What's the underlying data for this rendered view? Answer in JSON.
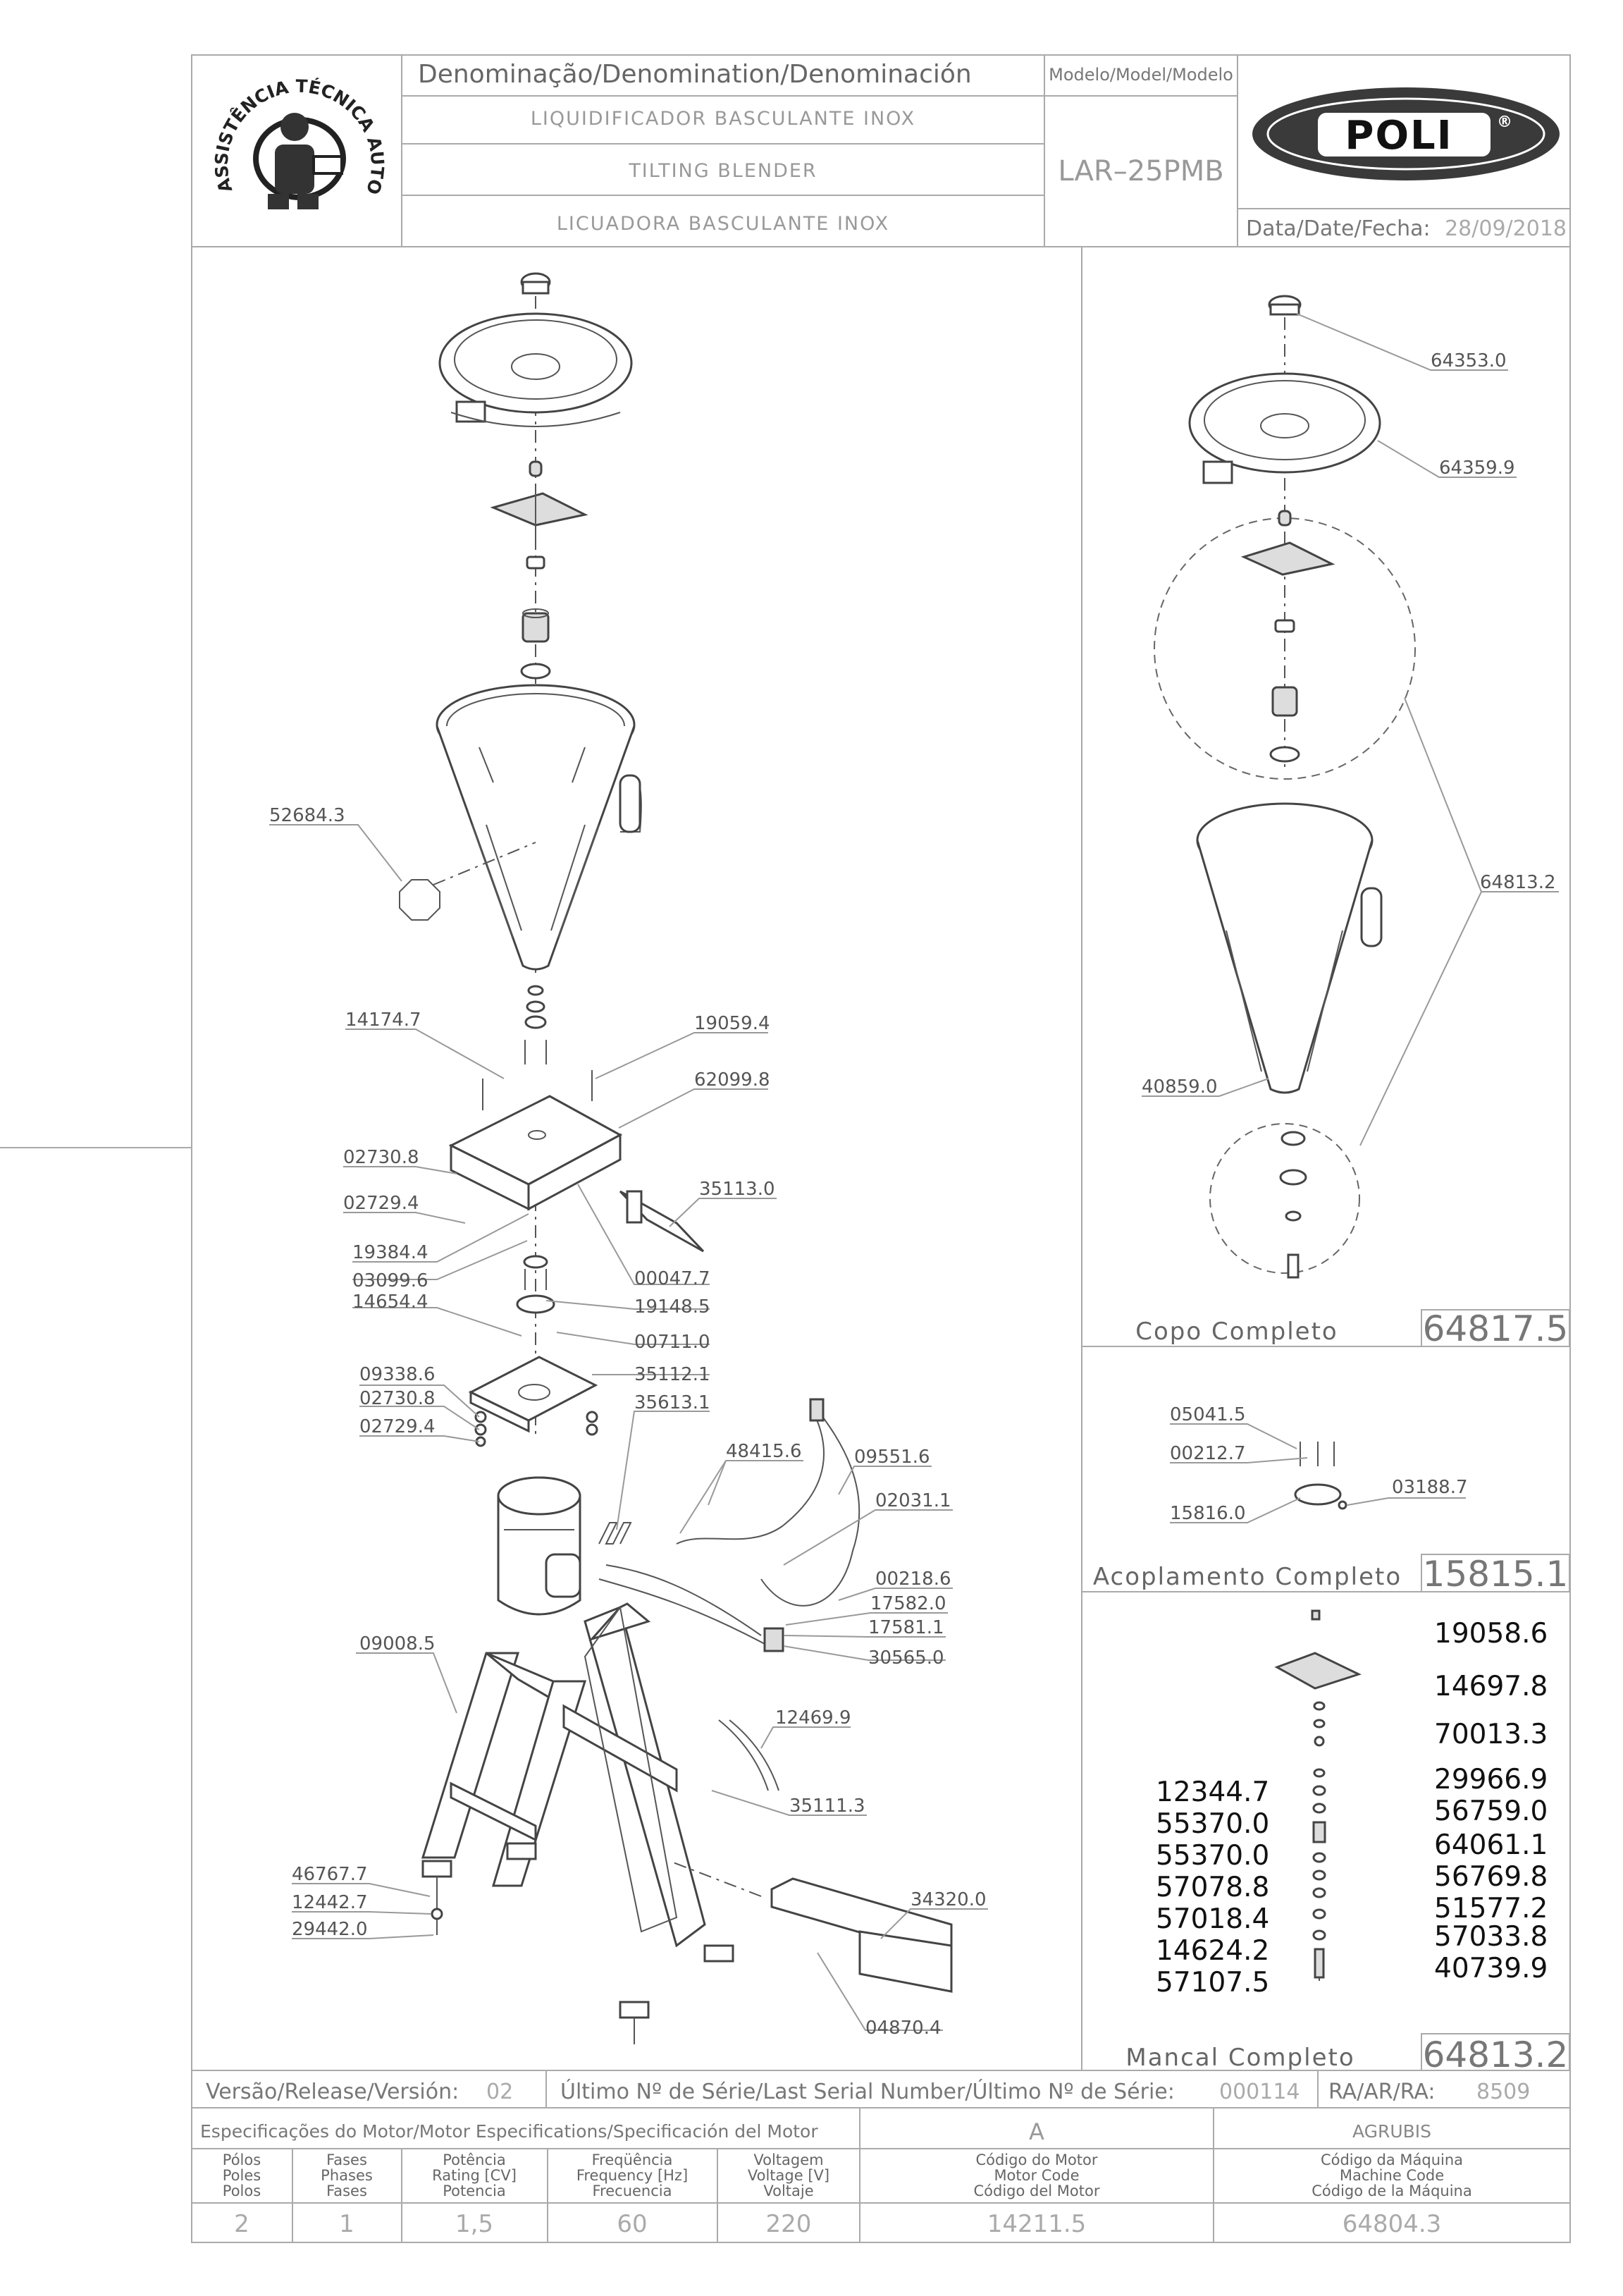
{
  "header": {
    "stamp_text": "ASSISTÊNCIA TÉCNICA AUTORIZADA",
    "denomination_label": "Denominação/Denomination/Denominación",
    "name_pt": "LIQUIDIFICADOR BASCULANTE INOX",
    "name_en": "TILTING BLENDER",
    "name_es": "LICUADORA BASCULANTE INOX",
    "model_label": "Modelo/Model/Modelo",
    "model": "LAR–25PMB",
    "brand": "POLI",
    "brand_mark": "®",
    "date_label": "Data/Date/Fecha:",
    "date": "28/09/2018"
  },
  "main_parts": [
    {
      "code": "52684.3"
    },
    {
      "code": "14174.7"
    },
    {
      "code": "19059.4"
    },
    {
      "code": "62099.8"
    },
    {
      "code": "02730.8"
    },
    {
      "code": "02729.4"
    },
    {
      "code": "35113.0"
    },
    {
      "code": "19384.4"
    },
    {
      "code": "03099.6"
    },
    {
      "code": "00047.7"
    },
    {
      "code": "14654.4"
    },
    {
      "code": "19148.5"
    },
    {
      "code": "00711.0"
    },
    {
      "code": "09338.6"
    },
    {
      "code": "35112.1"
    },
    {
      "code": "02730.8"
    },
    {
      "code": "35613.1"
    },
    {
      "code": "02729.4"
    },
    {
      "code": "48415.6"
    },
    {
      "code": "09551.6"
    },
    {
      "code": "02031.1"
    },
    {
      "code": "00218.6"
    },
    {
      "code": "17582.0"
    },
    {
      "code": "17581.1"
    },
    {
      "code": "30565.0"
    },
    {
      "code": "09008.5"
    },
    {
      "code": "12469.9"
    },
    {
      "code": "35111.3"
    },
    {
      "code": "46767.7"
    },
    {
      "code": "12442.7"
    },
    {
      "code": "29442.0"
    },
    {
      "code": "34320.0"
    },
    {
      "code": "04870.4"
    }
  ],
  "copo": {
    "parts": [
      {
        "code": "64353.0"
      },
      {
        "code": "64359.9"
      },
      {
        "code": "64813.2"
      },
      {
        "code": "40859.0"
      }
    ],
    "title": "Copo Completo",
    "code": "64817.5"
  },
  "acoplamento": {
    "parts": [
      {
        "code": "05041.5"
      },
      {
        "code": "00212.7"
      },
      {
        "code": "03188.7"
      },
      {
        "code": "15816.0"
      }
    ],
    "title": "Acoplamento Completo",
    "code": "15815.1"
  },
  "mancal": {
    "left_codes": [
      "12344.7",
      "55370.0",
      "55370.0",
      "57078.8",
      "57018.4",
      "14624.2",
      "57107.5"
    ],
    "right_codes": [
      "19058.6",
      "14697.8",
      "70013.3",
      "29966.9",
      "56759.0",
      "64061.1",
      "56769.8",
      "51577.2",
      "57033.8",
      "40739.9"
    ],
    "title": "Mancal Completo",
    "code": "64813.2"
  },
  "footer": {
    "version_label": "Versão/Release/Versión:",
    "version": "02",
    "serial_label": "Último Nº de Série/Last Serial Number/Último Nº de Série:",
    "serial": "000114",
    "ra_label": "RA/AR/RA:",
    "ra": "8509",
    "motor_spec_label": "Especificações do Motor/Motor Especifications/Specificación del Motor",
    "grade": "A",
    "maker": "AGRUBIS",
    "columns": [
      {
        "l1": "Pólos",
        "l2": "Poles",
        "l3": "Polos",
        "value": "2"
      },
      {
        "l1": "Fases",
        "l2": "Phases",
        "l3": "Fases",
        "value": "1"
      },
      {
        "l1": "Potência",
        "l2": "Rating [CV]",
        "l3": "Potencia",
        "value": "1,5"
      },
      {
        "l1": "Freqüência",
        "l2": "Frequency [Hz]",
        "l3": "Frecuencia",
        "value": "60"
      },
      {
        "l1": "Voltagem",
        "l2": "Voltage [V]",
        "l3": "Voltaje",
        "value": "220"
      },
      {
        "l1": "Código do Motor",
        "l2": "Motor Code",
        "l3": "Código del Motor",
        "value": "14211.5"
      },
      {
        "l1": "Código da Máquina",
        "l2": "Machine Code",
        "l3": "Código de la Máquina",
        "value": "64804.3"
      }
    ]
  }
}
